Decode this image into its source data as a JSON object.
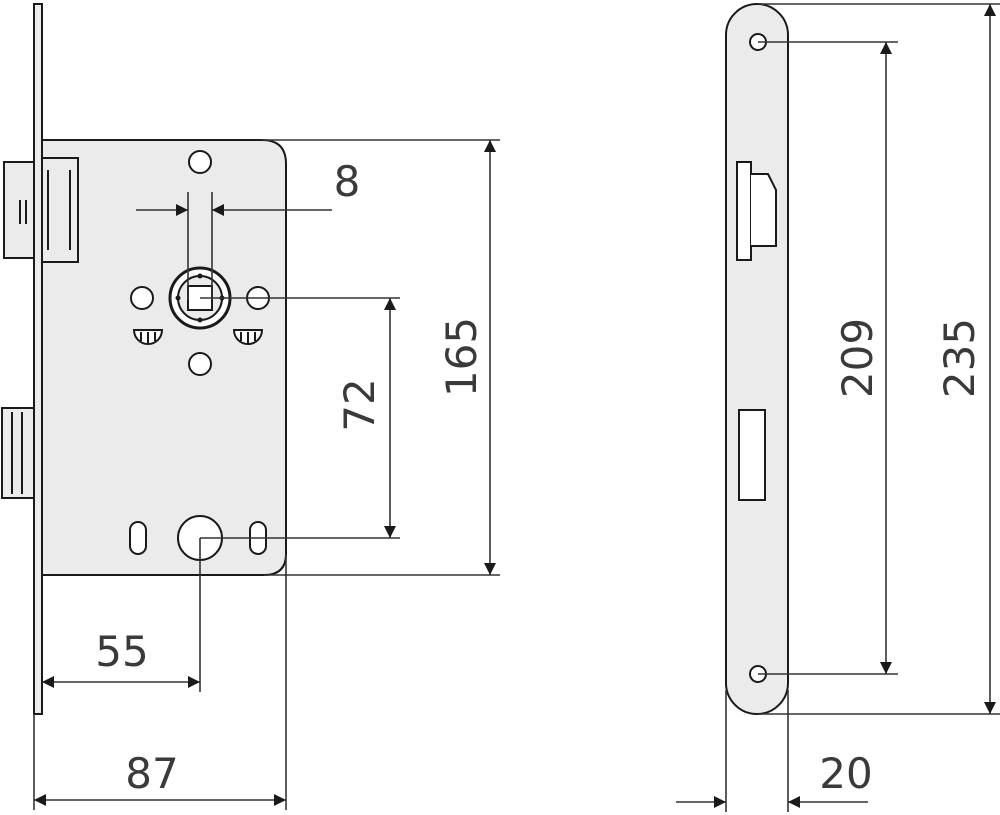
{
  "colors": {
    "line": "#1a1a1a",
    "fill": "#ebebeb",
    "dim": "#333333",
    "background": "#ffffff"
  },
  "dimensions": {
    "latch_width": "8",
    "spindle_to_keyhole": "72",
    "case_height": "165",
    "backset": "55",
    "case_depth": "87",
    "screw_spacing": "209",
    "faceplate_height": "235",
    "faceplate_width": "20"
  }
}
